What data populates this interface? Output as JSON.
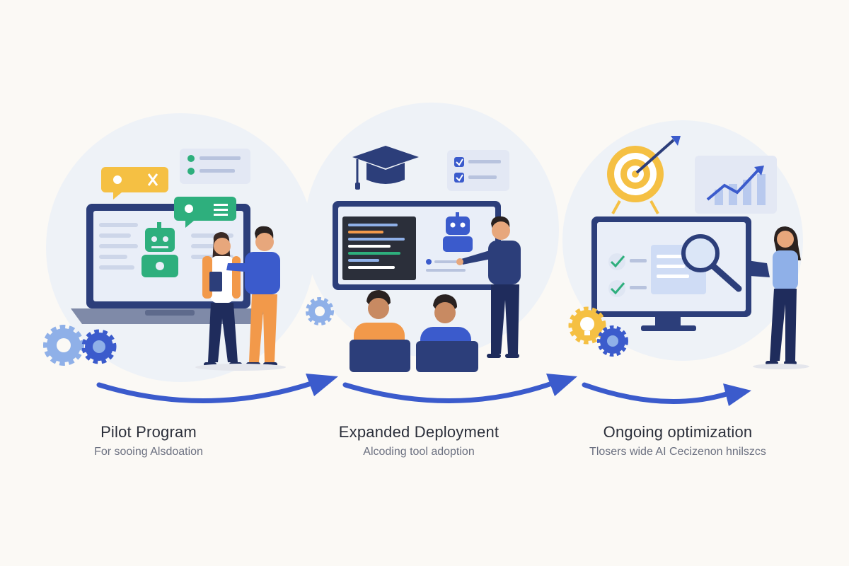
{
  "stages": [
    {
      "title": "Pilot Program",
      "subtitle": "For sooing Alsdoation",
      "icons": [
        "laptop-icon",
        "robot-icon",
        "chat-bubble-icon",
        "checklist-icon",
        "gear-icon"
      ]
    },
    {
      "title": "Expanded Deployment",
      "subtitle": "Alcoding tool adoption",
      "icons": [
        "graduation-cap-icon",
        "presentation-screen-icon",
        "code-editor-icon",
        "robot-icon",
        "checklist-icon",
        "gear-icon"
      ]
    },
    {
      "title": "Ongoing optimization",
      "subtitle": "Tlosers wide AI Cecizenon hnilszcs",
      "icons": [
        "target-icon",
        "arrow-icon",
        "trend-chart-icon",
        "monitor-icon",
        "magnifier-icon",
        "lightbulb-gear-icon",
        "gear-icon"
      ]
    }
  ],
  "colors": {
    "primary_blue": "#3b5bcc",
    "navy": "#2c3e7a",
    "orange": "#f2994a",
    "yellow": "#f5c043",
    "green": "#2eaf7d",
    "light_blue": "#e6ecf6",
    "background": "#fbf9f5"
  }
}
